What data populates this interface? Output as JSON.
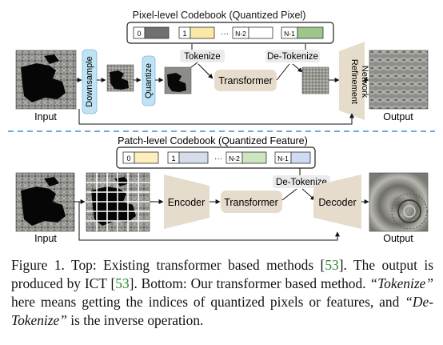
{
  "top": {
    "codebook_title": "Pixel-level Codebook (Quantized Pixel)",
    "codebook_cells": [
      {
        "index": "0",
        "color": "#707070"
      },
      {
        "index": "1",
        "color": "#fbe8a6"
      },
      {
        "index": "N-2",
        "color": "#ffffff"
      },
      {
        "index": "N-1",
        "color": "#9dc78a"
      }
    ],
    "ellipsis": "···",
    "downsample": "Downsample",
    "quantize": "Quantize",
    "tokenize": "Tokenize",
    "de_tokenize": "De-Tokenize",
    "transformer": "Transformer",
    "refinement_line1": "Refinement",
    "refinement_line2": "Network",
    "input_label": "Input",
    "output_label": "Output"
  },
  "bottom": {
    "codebook_title": "Patch-level Codebook (Quantized Feature)",
    "codebook_cells": [
      {
        "index": "0",
        "color": "#fdeebb"
      },
      {
        "index": "1",
        "color": "#d5dcea"
      },
      {
        "index": "N-2",
        "color": "#cde6bf"
      },
      {
        "index": "N-1",
        "color": "#cddcf2"
      }
    ],
    "ellipsis": "···",
    "encoder": "Encoder",
    "transformer": "Transformer",
    "de_tokenize": "De-Tokenize",
    "decoder": "Decoder",
    "input_label": "Input",
    "output_label": "Output"
  },
  "caption": {
    "fig": "Figure 1.",
    "p1": " Top: Existing transformer based methods [",
    "c1": "53",
    "p2": "]. The output is produced by ICT [",
    "c2": "53",
    "p3": "]. Bottom: Our transformer based method. ",
    "t1": "“Tokenize”",
    "p4": " here means getting the indices of quantized pixels or features, and ",
    "t2": "“De-Tokenize”",
    "p5": " is the inverse operation."
  },
  "colors": {
    "accent_blue": "#bfe3f5",
    "tan": "#e6dccb",
    "divider": "#3f8fd8",
    "cite_green": "#2e8b2e"
  }
}
